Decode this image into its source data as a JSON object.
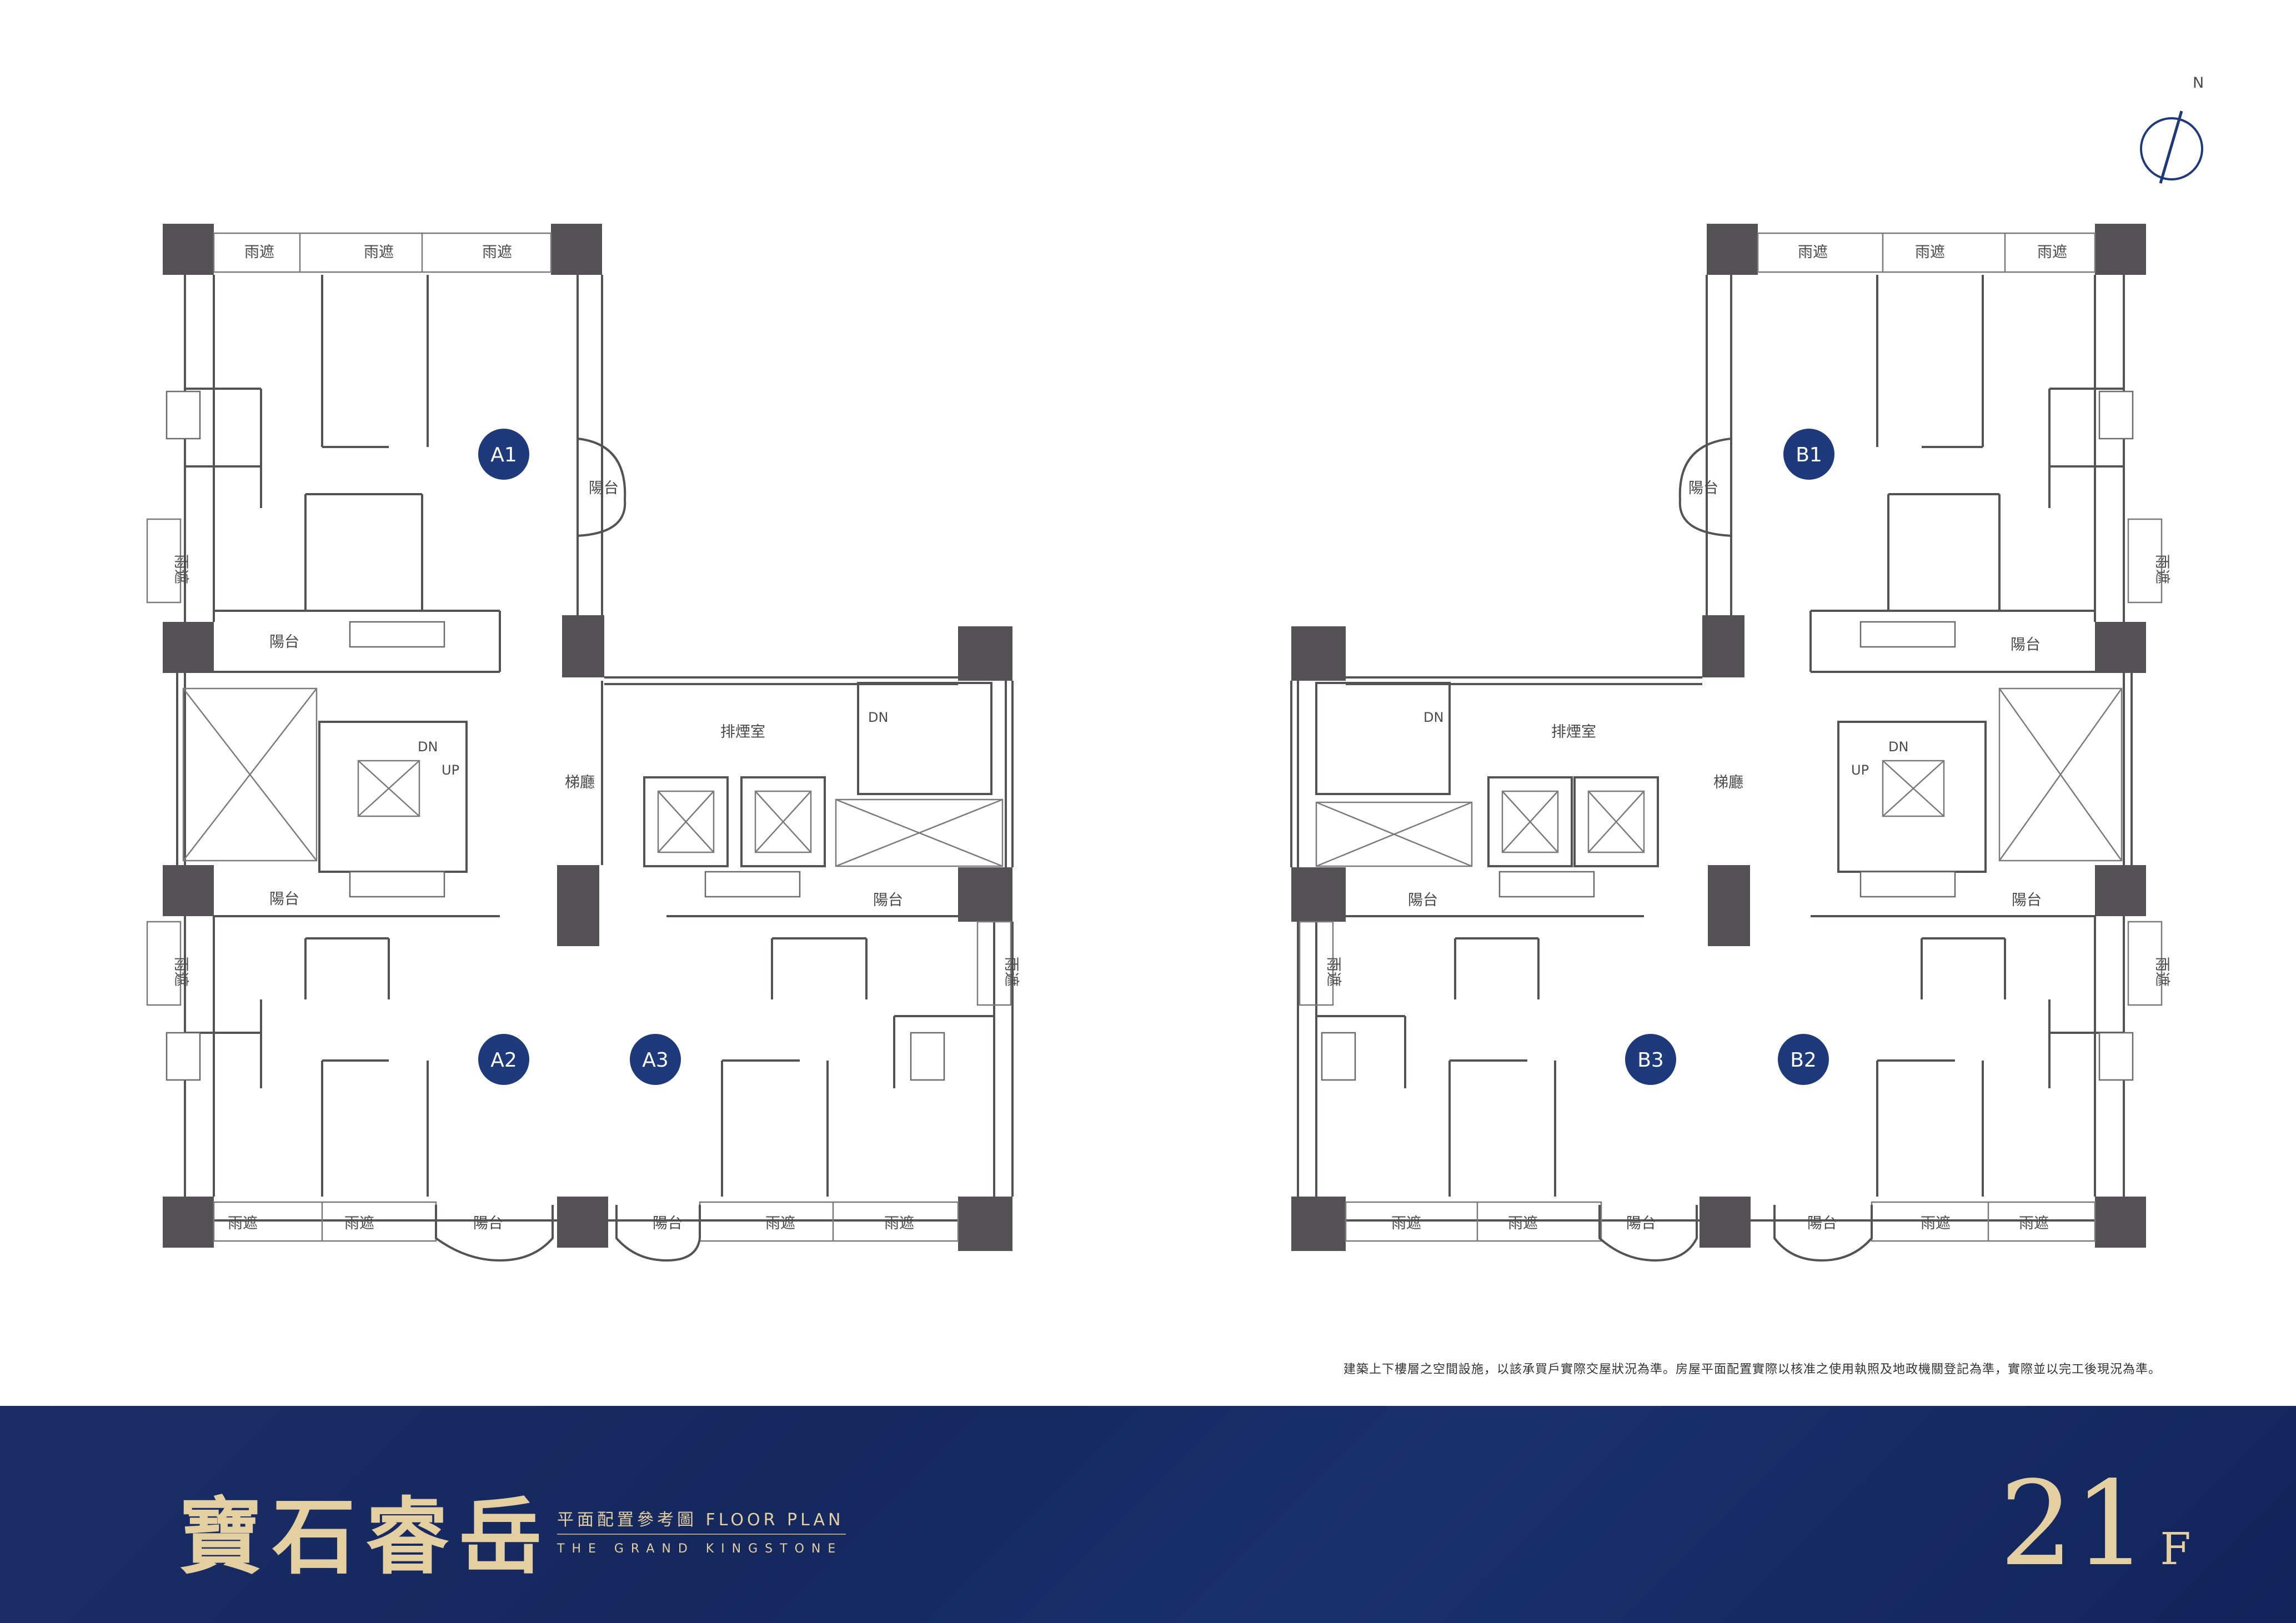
{
  "compass": {
    "label": "N"
  },
  "units": {
    "a1": "A1",
    "a2": "A2",
    "a3": "A3",
    "b1": "B1",
    "b2": "B2",
    "b3": "B3"
  },
  "rooms": {
    "canopy": "雨遮",
    "balcony": "陽台",
    "lobby": "梯廳",
    "smoke_exhaust": "排煙室",
    "stair_up": "UP",
    "stair_down": "DN"
  },
  "disclaimer": "建築上下樓層之空間設施，以該承買戶實際交屋狀況為準。房屋平面配置實際以核准之使用執照及地政機關登記為準，實際並以完工後現況為準。",
  "footer": {
    "brand": "寶石睿岳",
    "subtitle": "平面配置參考圖 FLOOR PLAN",
    "english_name": "THE GRAND KINGSTONE",
    "floor_number": "21",
    "floor_suffix": "F"
  },
  "colors": {
    "navy": "#1b2d66",
    "gold": "#e4cfa0",
    "wall": "#545254",
    "badge": "#1e3a7a"
  }
}
